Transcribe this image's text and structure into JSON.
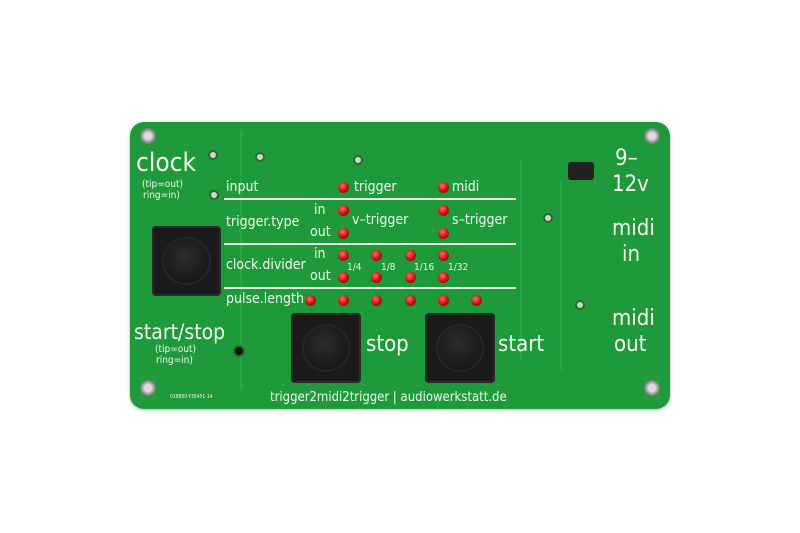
{
  "board": {
    "left": {
      "clock": "clock",
      "clock_note1": "(tip=out)",
      "clock_note2": "ring=in)",
      "startstop": "start/stop",
      "ss_note1": "(tip=out)",
      "ss_note2": "ring=in)"
    },
    "right": {
      "power1": "9–",
      "power2": "12v",
      "midi_in1": "midi",
      "midi_in2": "in",
      "midi_out1": "midi",
      "midi_out2": "out"
    },
    "rows": {
      "input": "input",
      "trigger": "trigger",
      "midi": "midi",
      "trigger_type": "trigger.type",
      "in": "in",
      "out": "out",
      "v_trigger": "v–trigger",
      "s_trigger": "s–trigger",
      "clock_divider": "clock.divider",
      "div_in": "in",
      "div_out": "out",
      "div_values": [
        "1/4",
        "1/8",
        "1/16",
        "1/32"
      ],
      "pulse_length": "pulse.length"
    },
    "buttons": {
      "stop": "stop",
      "start": "start"
    },
    "footer": "trigger2midi2trigger | audiowerkstatt.de",
    "serial": "018850-Y35451-14",
    "led_color": "#d01010",
    "pcb_color": "#1e9a3a"
  }
}
